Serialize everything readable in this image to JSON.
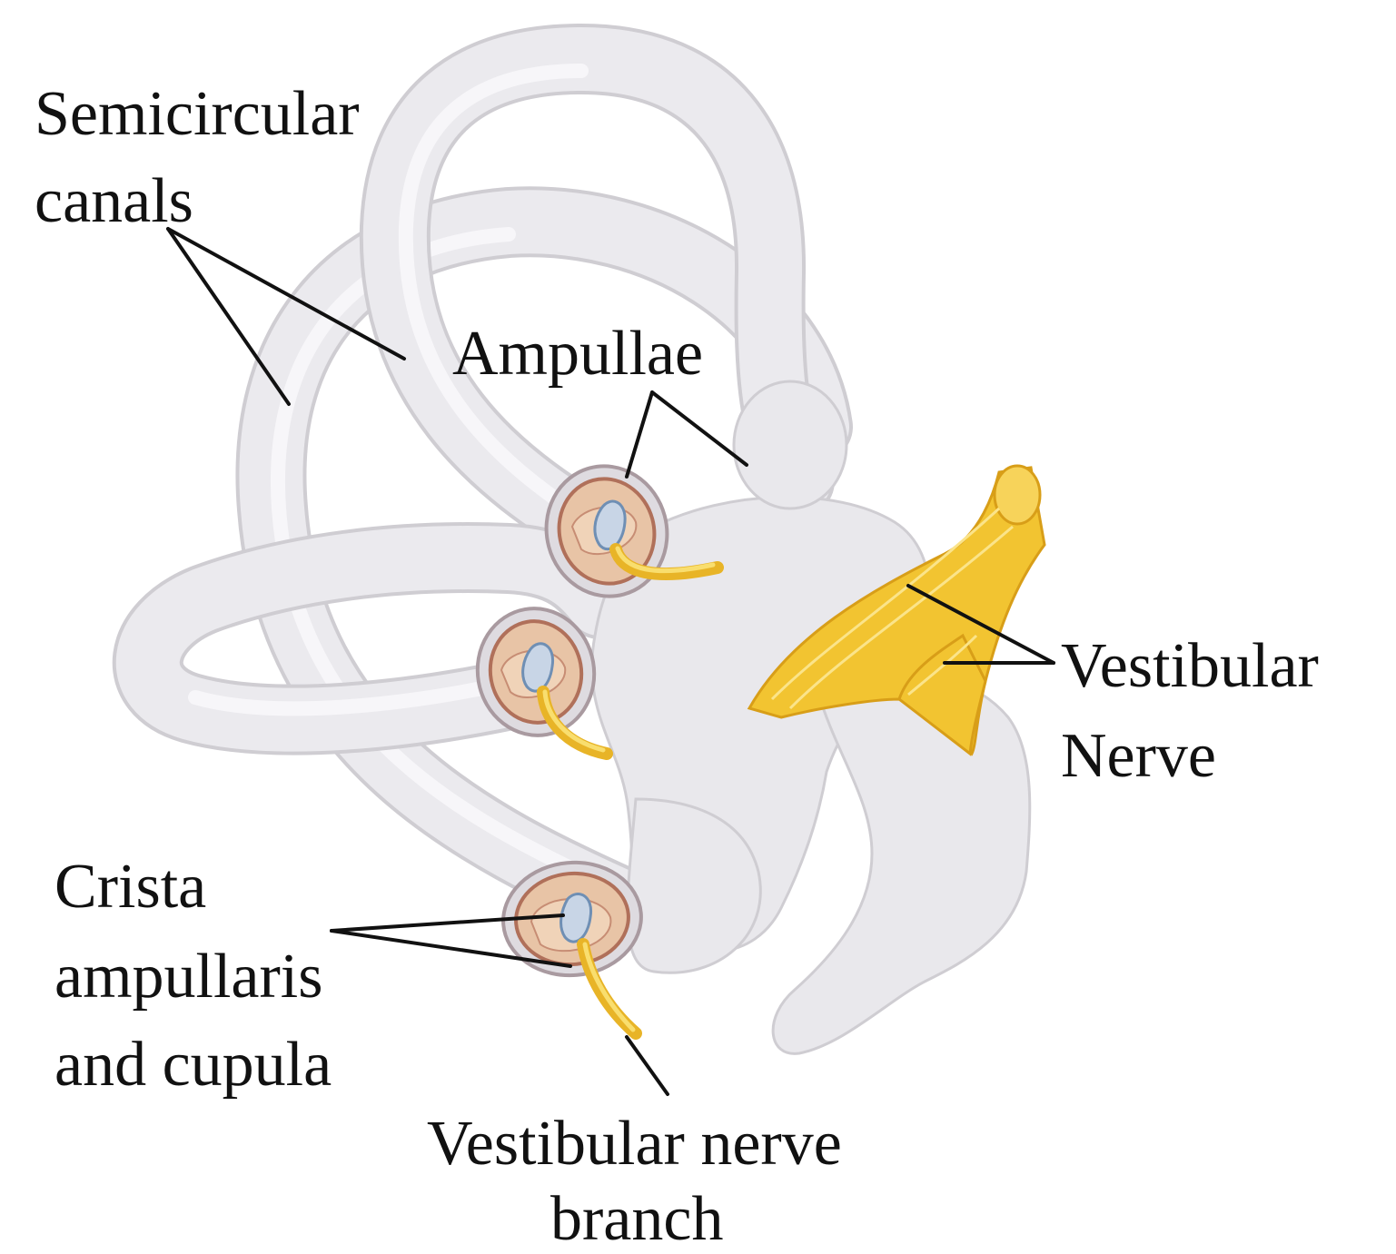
{
  "labels": {
    "semicircular_line1": "Semicircular",
    "semicircular_line2": "canals",
    "ampullae": "Ampullae",
    "vestibular_nerve_line1": "Vestibular",
    "vestibular_nerve_line2": "Nerve",
    "crista_line1": "Crista",
    "crista_line2": "ampullaris",
    "crista_line3": "and cupula",
    "branch_line1": "Vestibular nerve",
    "branch_line2": "branch"
  }
}
